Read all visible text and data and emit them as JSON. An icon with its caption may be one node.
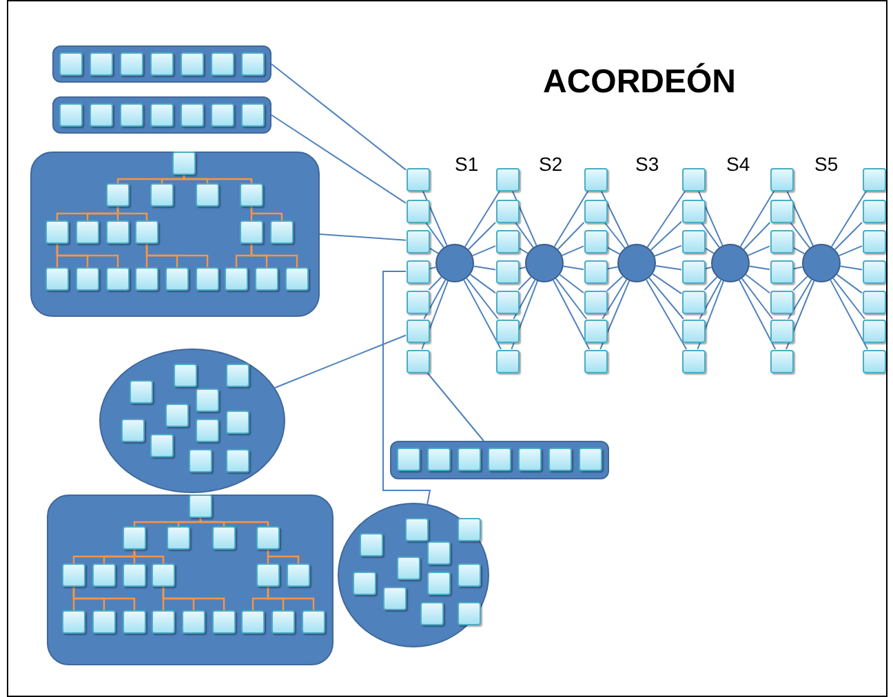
{
  "diagram": {
    "title": "ACORDEÓN",
    "nodes": [
      {
        "text": [],
        "shape": "bar"
      },
      {
        "text": [],
        "shape": "box",
        "in": 0
      },
      {
        "text": [],
        "shape": "box",
        "in": 0
      },
      {
        "text": [],
        "shape": "box",
        "in": 0
      },
      {
        "text": [],
        "shape": "box",
        "in": 0
      },
      {
        "text": [],
        "shape": "box",
        "in": 0
      },
      {
        "text": [],
        "shape": "box",
        "in": 0
      },
      {
        "text": [],
        "shape": "box",
        "in": 0
      },
      {
        "text": [],
        "shape": "bar"
      },
      {
        "text": [],
        "shape": "box",
        "in": 8
      },
      {
        "text": [],
        "shape": "box",
        "in": 8
      },
      {
        "text": [],
        "shape": "box",
        "in": 8
      },
      {
        "text": [],
        "shape": "box",
        "in": 8
      },
      {
        "text": [],
        "shape": "box",
        "in": 8
      },
      {
        "text": [],
        "shape": "box",
        "in": 8
      },
      {
        "text": [],
        "shape": "box",
        "in": 8
      },
      {
        "text": [],
        "shape": "box"
      },
      {
        "text": [],
        "shape": "box",
        "in": 16
      },
      {
        "text": [],
        "shape": "box",
        "in": 16
      },
      {
        "text": [],
        "shape": "box",
        "in": 16
      },
      {
        "text": [],
        "shape": "box",
        "in": 16
      },
      {
        "text": [],
        "shape": "box",
        "in": 16
      },
      {
        "text": [],
        "shape": "box",
        "in": 16
      },
      {
        "text": [],
        "shape": "box",
        "in": 16
      },
      {
        "text": [],
        "shape": "box",
        "in": 16
      },
      {
        "text": [],
        "shape": "box",
        "in": 16
      },
      {
        "text": [],
        "shape": "box",
        "in": 16
      },
      {
        "text": [],
        "shape": "box",
        "in": 16
      },
      {
        "text": [],
        "shape": "box",
        "in": 16
      },
      {
        "text": [],
        "shape": "box",
        "in": 16
      },
      {
        "text": [],
        "shape": "box",
        "in": 16
      },
      {
        "text": [],
        "shape": "box",
        "in": 16
      },
      {
        "text": [],
        "shape": "box",
        "in": 16
      },
      {
        "text": [],
        "shape": "box",
        "in": 16
      },
      {
        "text": [],
        "shape": "box",
        "in": 16
      },
      {
        "text": [],
        "shape": "box",
        "in": 16
      },
      {
        "text": [],
        "shape": "box",
        "in": 16
      },
      {
        "text": [],
        "shape": "box"
      },
      {
        "text": [],
        "shape": "box"
      },
      {
        "text": [],
        "shape": "box"
      },
      {
        "text": [],
        "shape": "box"
      },
      {
        "text": [],
        "shape": "box"
      },
      {
        "text": [],
        "shape": "box"
      },
      {
        "text": [],
        "shape": "box"
      },
      {
        "text": [],
        "shape": "circle"
      },
      {
        "text": [],
        "shape": "box"
      },
      {
        "text": [],
        "shape": "box"
      },
      {
        "text": [],
        "shape": "box"
      },
      {
        "text": [],
        "shape": "box"
      },
      {
        "text": [],
        "shape": "box"
      },
      {
        "text": [],
        "shape": "box"
      },
      {
        "text": [],
        "shape": "box"
      },
      {
        "text": [],
        "shape": "circle"
      },
      {
        "text": [],
        "shape": "box"
      },
      {
        "text": [],
        "shape": "box"
      },
      {
        "text": [],
        "shape": "box"
      },
      {
        "text": [],
        "shape": "box"
      },
      {
        "text": [],
        "shape": "box"
      },
      {
        "text": [],
        "shape": "box"
      },
      {
        "text": [],
        "shape": "box"
      },
      {
        "text": [],
        "shape": "circle"
      },
      {
        "text": [],
        "shape": "box"
      },
      {
        "text": [],
        "shape": "box"
      },
      {
        "text": [],
        "shape": "box"
      },
      {
        "text": [],
        "shape": "box"
      },
      {
        "text": [],
        "shape": "box"
      },
      {
        "text": [],
        "shape": "box"
      },
      {
        "text": [],
        "shape": "box"
      },
      {
        "text": [],
        "shape": "circle"
      },
      {
        "text": [],
        "shape": "box"
      },
      {
        "text": [],
        "shape": "box"
      },
      {
        "text": [],
        "shape": "box"
      },
      {
        "text": [],
        "shape": "box"
      },
      {
        "text": [],
        "shape": "box"
      },
      {
        "text": [],
        "shape": "box"
      },
      {
        "text": [],
        "shape": "box"
      },
      {
        "text": [],
        "shape": "circle"
      },
      {
        "text": [],
        "shape": "box"
      },
      {
        "text": [],
        "shape": "box"
      },
      {
        "text": [],
        "shape": "box"
      },
      {
        "text": [],
        "shape": "box"
      },
      {
        "text": [],
        "shape": "box"
      },
      {
        "text": [],
        "shape": "box"
      },
      {
        "text": [],
        "shape": "box"
      },
      {
        "text": [],
        "shape": "ellipse"
      },
      {
        "text": [],
        "shape": "box",
        "in": 84
      },
      {
        "text": [],
        "shape": "box",
        "in": 84
      },
      {
        "text": [],
        "shape": "box",
        "in": 84
      },
      {
        "text": [],
        "shape": "box",
        "in": 84
      },
      {
        "text": [],
        "shape": "box",
        "in": 84
      },
      {
        "text": [],
        "shape": "box",
        "in": 84
      },
      {
        "text": [],
        "shape": "box",
        "in": 84
      },
      {
        "text": [],
        "shape": "box",
        "in": 84
      },
      {
        "text": [],
        "shape": "box",
        "in": 84
      },
      {
        "text": [],
        "shape": "box",
        "in": 84
      },
      {
        "text": [],
        "shape": "box",
        "in": 84
      },
      {
        "text": [],
        "shape": "bar"
      },
      {
        "text": [],
        "shape": "box",
        "in": 96
      },
      {
        "text": [],
        "shape": "box",
        "in": 96
      },
      {
        "text": [],
        "shape": "box",
        "in": 96
      },
      {
        "text": [],
        "shape": "box",
        "in": 96
      },
      {
        "text": [],
        "shape": "box",
        "in": 96
      },
      {
        "text": [],
        "shape": "box",
        "in": 96
      },
      {
        "text": [],
        "shape": "box",
        "in": 96
      },
      {
        "text": [],
        "shape": "box"
      },
      {
        "text": [],
        "shape": "box",
        "in": 104
      },
      {
        "text": [],
        "shape": "box",
        "in": 104
      },
      {
        "text": [],
        "shape": "box",
        "in": 104
      },
      {
        "text": [],
        "shape": "box",
        "in": 104
      },
      {
        "text": [],
        "shape": "box",
        "in": 104
      },
      {
        "text": [],
        "shape": "box",
        "in": 104
      },
      {
        "text": [],
        "shape": "box",
        "in": 104
      },
      {
        "text": [],
        "shape": "box",
        "in": 104
      },
      {
        "text": [],
        "shape": "box",
        "in": 104
      },
      {
        "text": [],
        "shape": "box",
        "in": 104
      },
      {
        "text": [],
        "shape": "box",
        "in": 104
      },
      {
        "text": [],
        "shape": "box",
        "in": 104
      },
      {
        "text": [],
        "shape": "box",
        "in": 104
      },
      {
        "text": [],
        "shape": "box",
        "in": 104
      },
      {
        "text": [],
        "shape": "box",
        "in": 104
      },
      {
        "text": [],
        "shape": "box",
        "in": 104
      },
      {
        "text": [],
        "shape": "box",
        "in": 104
      },
      {
        "text": [],
        "shape": "box",
        "in": 104
      },
      {
        "text": [],
        "shape": "box",
        "in": 104
      },
      {
        "text": [],
        "shape": "box",
        "in": 104
      },
      {
        "text": [],
        "shape": "ellipse"
      },
      {
        "text": [],
        "shape": "box",
        "in": 125
      },
      {
        "text": [],
        "shape": "box",
        "in": 125
      },
      {
        "text": [],
        "shape": "box",
        "in": 125
      },
      {
        "text": [],
        "shape": "box",
        "in": 125
      },
      {
        "text": [],
        "shape": "box",
        "in": 125
      },
      {
        "text": [],
        "shape": "box",
        "in": 125
      },
      {
        "text": [],
        "shape": "box",
        "in": 125
      },
      {
        "text": [],
        "shape": "box",
        "in": 125
      },
      {
        "text": [],
        "shape": "box",
        "in": 125
      },
      {
        "text": [],
        "shape": "box",
        "in": 125
      },
      {
        "text": [],
        "shape": "box",
        "in": 125
      }
    ],
    "edges": [
      {
        "from": 0,
        "to": 37,
        "arrow": "none"
      },
      {
        "from": 8,
        "to": 38,
        "arrow": "none"
      },
      {
        "from": 16,
        "to": 39,
        "arrow": "none"
      },
      {
        "from": 40,
        "to": 125,
        "arrow": "none"
      },
      {
        "from": 84,
        "to": 42,
        "arrow": "none"
      },
      {
        "from": 43,
        "to": 96,
        "arrow": "none"
      },
      {
        "from": 37,
        "to": 44,
        "arrow": "none"
      },
      {
        "from": 38,
        "to": 44,
        "arrow": "none"
      },
      {
        "from": 39,
        "to": 44,
        "arrow": "none"
      },
      {
        "from": 40,
        "to": 44,
        "arrow": "none"
      },
      {
        "from": 41,
        "to": 44,
        "arrow": "none"
      },
      {
        "from": 42,
        "to": 44,
        "arrow": "none"
      },
      {
        "from": 43,
        "to": 44,
        "arrow": "none"
      },
      {
        "from": 44,
        "to": 45,
        "arrow": "none"
      },
      {
        "from": 44,
        "to": 46,
        "arrow": "none"
      },
      {
        "from": 44,
        "to": 47,
        "arrow": "none"
      },
      {
        "from": 44,
        "to": 48,
        "arrow": "none"
      },
      {
        "from": 44,
        "to": 49,
        "arrow": "none"
      },
      {
        "from": 44,
        "to": 50,
        "arrow": "none"
      },
      {
        "from": 44,
        "to": 51,
        "arrow": "none"
      },
      {
        "from": 45,
        "to": 52,
        "arrow": "none"
      },
      {
        "from": 46,
        "to": 52,
        "arrow": "none"
      },
      {
        "from": 47,
        "to": 52,
        "arrow": "none"
      },
      {
        "from": 48,
        "to": 52,
        "arrow": "none"
      },
      {
        "from": 49,
        "to": 52,
        "arrow": "none"
      },
      {
        "from": 50,
        "to": 52,
        "arrow": "none"
      },
      {
        "from": 51,
        "to": 52,
        "arrow": "none"
      },
      {
        "from": 52,
        "to": 53,
        "arrow": "none"
      },
      {
        "from": 52,
        "to": 54,
        "arrow": "none"
      },
      {
        "from": 52,
        "to": 55,
        "arrow": "none"
      },
      {
        "from": 52,
        "to": 56,
        "arrow": "none"
      },
      {
        "from": 52,
        "to": 57,
        "arrow": "none"
      },
      {
        "from": 52,
        "to": 58,
        "arrow": "none"
      },
      {
        "from": 52,
        "to": 59,
        "arrow": "none"
      },
      {
        "from": 53,
        "to": 60,
        "arrow": "none"
      },
      {
        "from": 54,
        "to": 60,
        "arrow": "none"
      },
      {
        "from": 55,
        "to": 60,
        "arrow": "none"
      },
      {
        "from": 56,
        "to": 60,
        "arrow": "none"
      },
      {
        "from": 57,
        "to": 60,
        "arrow": "none"
      },
      {
        "from": 58,
        "to": 60,
        "arrow": "none"
      },
      {
        "from": 59,
        "to": 60,
        "arrow": "none"
      },
      {
        "from": 60,
        "to": 61,
        "arrow": "none"
      },
      {
        "from": 60,
        "to": 62,
        "arrow": "none"
      },
      {
        "from": 60,
        "to": 63,
        "arrow": "none"
      },
      {
        "from": 60,
        "to": 64,
        "arrow": "none"
      },
      {
        "from": 60,
        "to": 65,
        "arrow": "none"
      },
      {
        "from": 60,
        "to": 66,
        "arrow": "none"
      },
      {
        "from": 60,
        "to": 67,
        "arrow": "none"
      },
      {
        "from": 61,
        "to": 68,
        "arrow": "none"
      },
      {
        "from": 62,
        "to": 68,
        "arrow": "none"
      },
      {
        "from": 63,
        "to": 68,
        "arrow": "none"
      },
      {
        "from": 64,
        "to": 68,
        "arrow": "none"
      },
      {
        "from": 65,
        "to": 68,
        "arrow": "none"
      },
      {
        "from": 66,
        "to": 68,
        "arrow": "none"
      },
      {
        "from": 67,
        "to": 68,
        "arrow": "none"
      },
      {
        "from": 68,
        "to": 69,
        "arrow": "none"
      },
      {
        "from": 68,
        "to": 70,
        "arrow": "none"
      },
      {
        "from": 68,
        "to": 71,
        "arrow": "none"
      },
      {
        "from": 68,
        "to": 72,
        "arrow": "none"
      },
      {
        "from": 68,
        "to": 73,
        "arrow": "none"
      },
      {
        "from": 68,
        "to": 74,
        "arrow": "none"
      },
      {
        "from": 68,
        "to": 75,
        "arrow": "none"
      },
      {
        "from": 69,
        "to": 76,
        "arrow": "none"
      },
      {
        "from": 70,
        "to": 76,
        "arrow": "none"
      },
      {
        "from": 71,
        "to": 76,
        "arrow": "none"
      },
      {
        "from": 72,
        "to": 76,
        "arrow": "none"
      },
      {
        "from": 73,
        "to": 76,
        "arrow": "none"
      },
      {
        "from": 74,
        "to": 76,
        "arrow": "none"
      },
      {
        "from": 75,
        "to": 76,
        "arrow": "none"
      },
      {
        "from": 76,
        "to": 77,
        "arrow": "none"
      },
      {
        "from": 76,
        "to": 78,
        "arrow": "none"
      },
      {
        "from": 76,
        "to": 79,
        "arrow": "none"
      },
      {
        "from": 76,
        "to": 80,
        "arrow": "none"
      },
      {
        "from": 76,
        "to": 81,
        "arrow": "none"
      },
      {
        "from": 76,
        "to": 82,
        "arrow": "none"
      },
      {
        "from": 76,
        "to": 83,
        "arrow": "none"
      },
      {
        "from": 17,
        "to": 18,
        "arrow": "none",
        "color": "#f79646"
      },
      {
        "from": 17,
        "to": 19,
        "arrow": "none",
        "color": "#f79646"
      },
      {
        "from": 17,
        "to": 20,
        "arrow": "none",
        "color": "#f79646"
      },
      {
        "from": 17,
        "to": 21,
        "arrow": "none",
        "color": "#f79646"
      },
      {
        "from": 18,
        "to": 22,
        "arrow": "none",
        "color": "#f79646"
      },
      {
        "from": 18,
        "to": 23,
        "arrow": "none",
        "color": "#f79646"
      },
      {
        "from": 18,
        "to": 24,
        "arrow": "none",
        "color": "#f79646"
      },
      {
        "from": 18,
        "to": 25,
        "arrow": "none",
        "color": "#f79646"
      },
      {
        "from": 21,
        "to": 26,
        "arrow": "none",
        "color": "#f79646"
      },
      {
        "from": 21,
        "to": 27,
        "arrow": "none",
        "color": "#f79646"
      },
      {
        "from": 22,
        "to": 28,
        "arrow": "none",
        "color": "#f79646"
      },
      {
        "from": 22,
        "to": 29,
        "arrow": "none",
        "color": "#f79646"
      },
      {
        "from": 22,
        "to": 30,
        "arrow": "none",
        "color": "#f79646"
      },
      {
        "from": 25,
        "to": 31,
        "arrow": "none",
        "color": "#f79646"
      },
      {
        "from": 25,
        "to": 32,
        "arrow": "none",
        "color": "#f79646"
      },
      {
        "from": 25,
        "to": 33,
        "arrow": "none",
        "color": "#f79646"
      },
      {
        "from": 26,
        "to": 34,
        "arrow": "none",
        "color": "#f79646"
      },
      {
        "from": 26,
        "to": 35,
        "arrow": "none",
        "color": "#f79646"
      },
      {
        "from": 26,
        "to": 36,
        "arrow": "none",
        "color": "#f79646"
      },
      {
        "from": 105,
        "to": 106,
        "arrow": "none",
        "color": "#f79646"
      },
      {
        "from": 105,
        "to": 107,
        "arrow": "none",
        "color": "#f79646"
      },
      {
        "from": 105,
        "to": 108,
        "arrow": "none",
        "color": "#f79646"
      },
      {
        "from": 105,
        "to": 109,
        "arrow": "none",
        "color": "#f79646"
      },
      {
        "from": 106,
        "to": 110,
        "arrow": "none",
        "color": "#f79646"
      },
      {
        "from": 106,
        "to": 111,
        "arrow": "none",
        "color": "#f79646"
      },
      {
        "from": 106,
        "to": 112,
        "arrow": "none",
        "color": "#f79646"
      },
      {
        "from": 106,
        "to": 113,
        "arrow": "none",
        "color": "#f79646"
      },
      {
        "from": 109,
        "to": 114,
        "arrow": "none",
        "color": "#f79646"
      },
      {
        "from": 109,
        "to": 115,
        "arrow": "none",
        "color": "#f79646"
      },
      {
        "from": 110,
        "to": 116,
        "arrow": "none",
        "color": "#f79646"
      },
      {
        "from": 110,
        "to": 117,
        "arrow": "none",
        "color": "#f79646"
      },
      {
        "from": 110,
        "to": 118,
        "arrow": "none",
        "color": "#f79646"
      },
      {
        "from": 113,
        "to": 119,
        "arrow": "none",
        "color": "#f79646"
      },
      {
        "from": 113,
        "to": 120,
        "arrow": "none",
        "color": "#f79646"
      },
      {
        "from": 113,
        "to": 121,
        "arrow": "none",
        "color": "#f79646"
      },
      {
        "from": 114,
        "to": 122,
        "arrow": "none",
        "color": "#f79646"
      },
      {
        "from": 114,
        "to": 123,
        "arrow": "none",
        "color": "#f79646"
      },
      {
        "from": 114,
        "to": 124,
        "arrow": "none",
        "color": "#f79646"
      }
    ],
    "labels": [
      "S1",
      "S2",
      "S3",
      "S4",
      "S5"
    ]
  }
}
